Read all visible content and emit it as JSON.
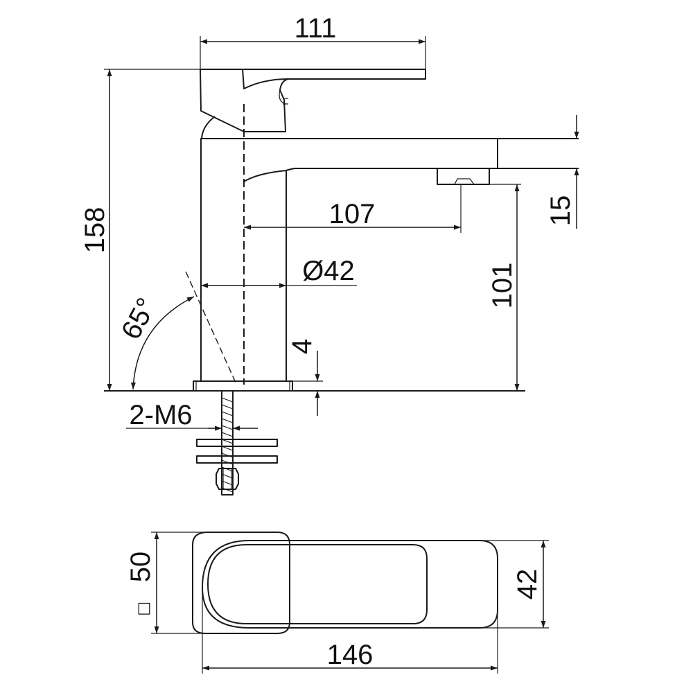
{
  "drawing": {
    "side_view": {
      "dims": {
        "top_width": "111",
        "total_height": "158",
        "spout_reach": "107",
        "body_diameter": "Ø42",
        "spout_clearance": "101",
        "aerator_height": "15",
        "base_thickness": "4",
        "angle": "65°",
        "thread": "2-M6"
      }
    },
    "top_view": {
      "dims": {
        "length": "146",
        "handle_width": "42",
        "base_width": "50",
        "base_shape_symbol": "□"
      }
    }
  }
}
